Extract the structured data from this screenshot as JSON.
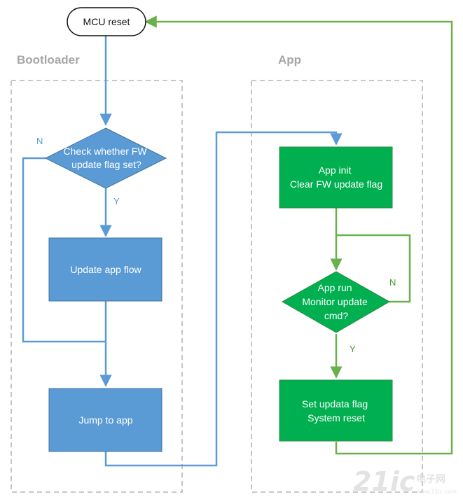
{
  "sections": {
    "bootloader": "Bootloader",
    "app": "App"
  },
  "nodes": {
    "mcu_reset": "MCU reset",
    "check_flag": [
      "Check whether FW",
      "update flag set?"
    ],
    "update_app": "Update app flow",
    "jump_app": "Jump to app",
    "app_init": [
      "App init",
      "Clear FW update flag"
    ],
    "app_run": [
      "App run",
      "Monitor update",
      "cmd?"
    ],
    "set_flag": [
      "Set updata flag",
      "System reset"
    ]
  },
  "edge_labels": {
    "check_no": "N",
    "check_yes": "Y",
    "run_no": "N",
    "run_yes": "Y"
  },
  "colors": {
    "bootloader_fill": "#5b9bd5",
    "bootloader_stroke": "#41719c",
    "app_fill": "#00b050",
    "app_stroke": "#2e8b3e",
    "blue_line": "#5b9bd5",
    "green_line": "#6ab04c",
    "section_border": "#a6a6a6"
  },
  "watermark": {
    "main": "21ic",
    "cn": "电子网",
    "url": "www.21ic.com"
  }
}
